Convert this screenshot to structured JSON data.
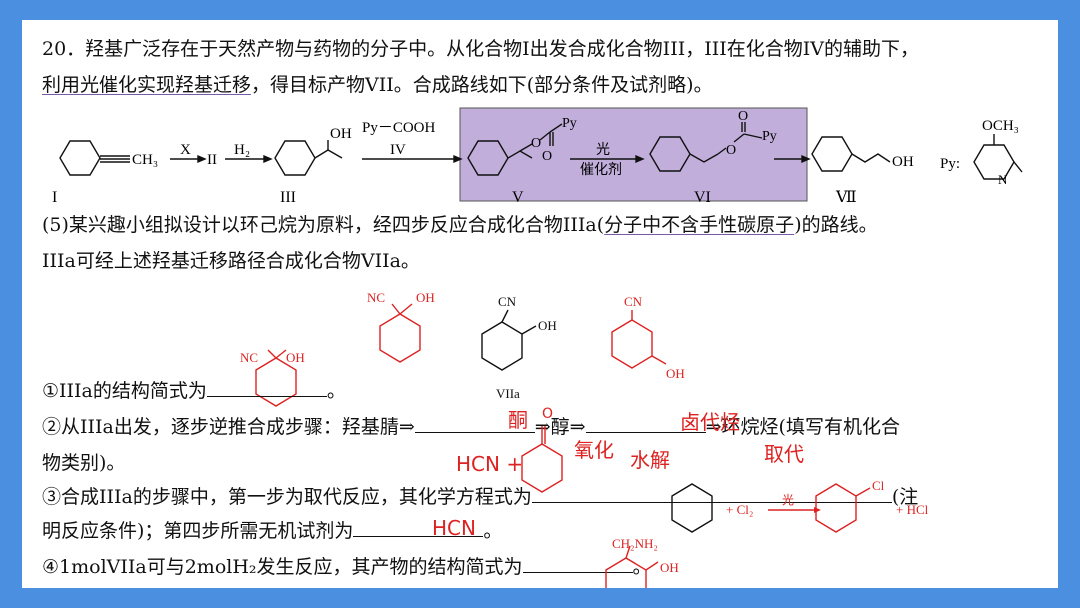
{
  "question": {
    "line1": "20．羟基广泛存在于天然产物与药物的分子中。从化合物I出发合成化合物III，III在化合物IV的辅助下，",
    "line2_underlined": "利用光催化实现羟基迁移",
    "line2_rest": "，得目标产物VII。合成路线如下(部分条件及试剂略)。"
  },
  "scheme": {
    "label_I": "I",
    "label_II": "II",
    "label_III": "III",
    "label_V": "V",
    "label_VI": "VI",
    "label_VII": "Ⅶ",
    "ch3": "CH₃",
    "reagent_X": "X",
    "reagent_H2": "H₂",
    "reagent_pycooh": "Py－COOH",
    "reagent_IV": "IV",
    "cond_light": "光",
    "cond_cat": "催化剂",
    "oh": "OH",
    "py": "Py",
    "o": "O",
    "py_label": "Py:",
    "och3": "OCH₃",
    "n": "N",
    "highlight_color": "#b9a3d4"
  },
  "part5": {
    "intro": "(5)某兴趣小组拟设计以环己烷为原料，经四步反应合成化合物IIIa(",
    "intro_ul": "分子中不含手性碳原子",
    "intro_end": ")的路线。",
    "line2": "IIIa可经上述羟基迁移路径合成化合物VIIa。",
    "viia_label": "VIIa",
    "nc": "NC",
    "cn": "CN",
    "oh": "OH",
    "q1": "①IIIa的结构简式为",
    "q1_end": "。",
    "q2": "②从IIIa出发，逐步逆推合成步骤：羟基腈⇒",
    "q2_mid1": "⇒醇⇒",
    "q2_mid2": "⇒环烷烃(填写有机化合",
    "q2_line2": "物类别)。",
    "q3": "③合成IIIa的步骤中，第一步为取代反应，其化学方程式为",
    "q3_end": "(注",
    "q3_line2": "明反应条件)；第四步所需无机试剂为",
    "q3_end2": "。",
    "q4": "④1molVIIa可与2molH₂发生反应，其产物的结构简式为",
    "q4_end": "。"
  },
  "answers": {
    "ketone": "酮",
    "oxidation": "氧化",
    "hydrolysis": "水解",
    "halide": "卤代烃",
    "substitution": "取代",
    "hcn_plus": "HCN +",
    "o": "O",
    "hcn": "HCN",
    "cl2": "+ Cl₂",
    "light": "光",
    "cl": "Cl",
    "hcl": "+ HCl",
    "ch2nh2": "CH₂NH₂",
    "oh": "OH",
    "nc": "NC",
    "answer_color": "#d22222"
  }
}
